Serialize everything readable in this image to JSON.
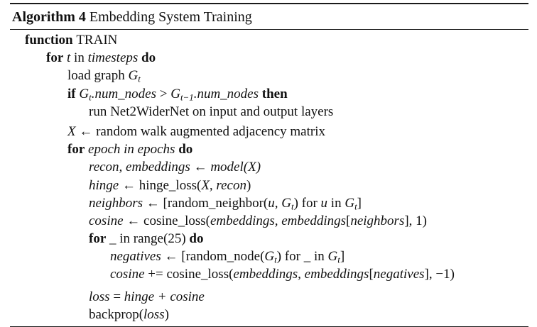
{
  "algorithm": {
    "label": "Algorithm 4",
    "title": "Embedding System Training"
  },
  "lines": {
    "l1": {
      "kw": "function",
      "name": "TRAIN"
    },
    "l2": {
      "kw_for": "for",
      "var": "t",
      "in": "in",
      "iter": "timesteps",
      "kw_do": "do"
    },
    "l3": {
      "text": "load graph",
      "var": "G",
      "sub": "t"
    },
    "l4": {
      "kw_if": "if",
      "lhs_var": "G",
      "lhs_sub": "t",
      "lhs_field": ".num_nodes",
      "op": ">",
      "rhs_var": "G",
      "rhs_sub": "t−1",
      "rhs_field": ".num_nodes",
      "kw_then": "then"
    },
    "l5": {
      "text": "run Net2WiderNet on input and output layers"
    },
    "l6": {
      "var": "X",
      "arrow": "←",
      "text": "random walk augmented adjacency matrix"
    },
    "l7": {
      "kw_for": "for",
      "var": "epoch",
      "in": "in",
      "iter": "epochs",
      "kw_do": "do"
    },
    "l8": {
      "lhs": "recon, embeddings",
      "arrow": "←",
      "rhs": "model(X)"
    },
    "l9": {
      "lhs": "hinge",
      "arrow": "←",
      "fn": "hinge_loss(",
      "args": "X, recon",
      "close": ")"
    },
    "l10": {
      "lhs": "neighbors",
      "arrow": "←",
      "open": "[random_neighbor(",
      "arg1": "u, G",
      "arg1_sub": "t",
      "mid": ") for",
      "var": "u",
      "in": "in",
      "set": "G",
      "set_sub": "t",
      "close": "]"
    },
    "l11": {
      "lhs": "cosine",
      "arrow": "←",
      "fn": "cosine_loss(",
      "args": "embeddings, embeddings",
      "idx_open": "[",
      "idx": "neighbors",
      "idx_close": "]",
      "tail": ", 1)"
    },
    "l12": {
      "kw_for": "for",
      "text": "_ in range(25)",
      "kw_do": "do"
    },
    "l13": {
      "lhs": "negatives",
      "arrow": "←",
      "open": "[random_node(",
      "arg": "G",
      "arg_sub": "t",
      "mid": ") for _ in",
      "set": "G",
      "set_sub": "t",
      "close": "]"
    },
    "l14": {
      "lhs": "cosine",
      "op": "+=",
      "fn": "cosine_loss(",
      "args": "embeddings, embeddings",
      "idx_open": "[",
      "idx": "negatives",
      "idx_close": "]",
      "tail": ", −1)"
    },
    "l15": {
      "lhs": "loss",
      "op": "=",
      "rhs": "hinge + cosine"
    },
    "l16": {
      "fn": "backprop(",
      "arg": "loss",
      "close": ")"
    }
  }
}
